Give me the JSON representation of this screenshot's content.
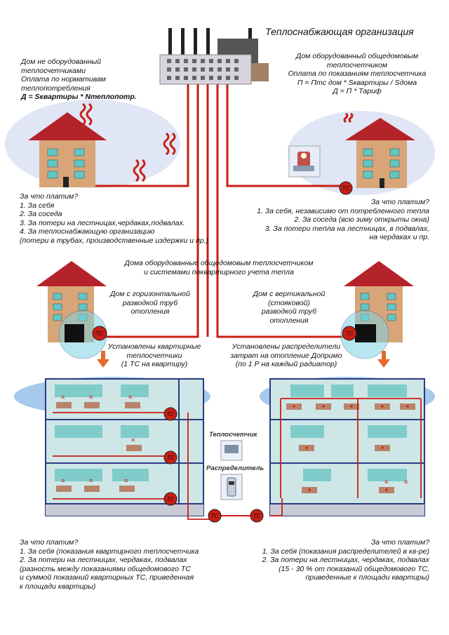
{
  "header": {
    "title": "Теплоснабжающая организация"
  },
  "top_left": {
    "lines": [
      "Дом не оборудованный",
      "теплосчетчиками",
      "Оплата по нормативам",
      "теплопотребления"
    ],
    "formula": "Д = Sквартиры * Nтеплопотр."
  },
  "top_right": {
    "lines": [
      "Дом оборудованный общедомовым",
      "теплосчетчиком",
      "Оплата по показаниям теплосчетчика",
      "П = Пmc дом * Sквартиры / Sдома",
      "Д = П * Тариф"
    ]
  },
  "left_question": {
    "title": "За что платим?",
    "items": [
      "1. За себя",
      "2. За соседа",
      "3. За потери на лестницах,чердаках,подвалах.",
      "4. За теплоснабжающую организацию",
      "(потери в трубах, производственные издержки и пр.)"
    ]
  },
  "right_question": {
    "title": "За что платим?",
    "items": [
      "1. За себя, независимо от потребленного тепла",
      "2. За соседа (всю зиму открыты окна)",
      "3. За потери тепла на лестницах, в подвалах,",
      "на чердаках и пр."
    ]
  },
  "middle": {
    "lines": [
      "Дома оборудованные общедомовым теплосчетчиком",
      "и системами поквартирного учета тепла"
    ]
  },
  "left_house_caption": [
    "Дом с горизонтальной",
    "разводкой труб",
    "отопления"
  ],
  "right_house_caption": [
    "Дом с вертикальной",
    "(стояковой)",
    "разводкой труб",
    "отопления"
  ],
  "left_install": [
    "Установлены квартирные",
    "теплосчетчики",
    "(1 ТС на квартиру)"
  ],
  "right_install": [
    "Установлены распределители",
    "затрат на отопление Допримо",
    "(по 1 Р на каждый радиатор)"
  ],
  "legend": {
    "meter": "Теплосчетчик",
    "distributor": "Распределитель"
  },
  "meter_badge": "ТС",
  "bottom_left": {
    "title": "За что платим?",
    "items": [
      "1. За себя (показания квартирного теплосчетчика",
      "2. За потери на лестницах, чердаках, подвалах",
      "(разность между показаниями общедомового ТС",
      "и суммой показаний квартирных ТС, приведенная",
      "к площади квартиры)"
    ]
  },
  "bottom_right": {
    "title": "За что платим?",
    "items": [
      "1. За себя (показания распределителей в кв-ре)",
      "2. За потери на лестницах, чердаках, подвалах",
      "(15 - 30 % от показаний общедомового ТС,",
      "приведенные к площади квартиры)"
    ]
  },
  "colors": {
    "pipe": "#c81e14",
    "roof": "#b5232a",
    "wall": "#d8a578",
    "window": "#5fc8c4",
    "panel": "#cfe6e6",
    "frame": "#2a3a80",
    "glow": "#dfe6f6",
    "radiator": "#b9836a",
    "arrow": "#e36b2c"
  }
}
